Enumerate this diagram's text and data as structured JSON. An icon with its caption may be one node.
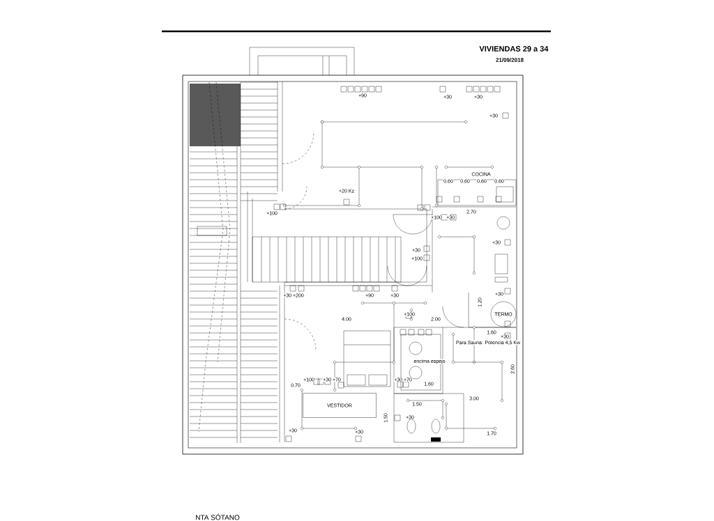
{
  "diagram": {
    "title": "VIVIENDAS 29 a 34",
    "nodes": [
      {
        "text": [
          "TERMO"
        ]
      },
      {
        "text": [
          "VESTIDOR"
        ]
      }
    ],
    "labels": [
      "21/09/2018",
      "+90",
      "+30",
      "+30",
      "+30",
      "COCINA",
      "0.60",
      "0.60",
      "0.60",
      "0.60",
      "+20 Kz",
      "+100",
      "+100",
      "+30",
      "2.70",
      "+30",
      "+30",
      "+100",
      "+30 +200",
      "+90",
      "+30",
      "+30",
      "1.20",
      "+100",
      "4.00",
      "2.00",
      "1.60",
      "+30",
      "Para Sauna: Potencia 4,5 Kw",
      "encima espejo",
      "2.60",
      "+100",
      "+30 +70",
      "+30 +70",
      "0.70",
      "1.60",
      "3.00",
      "1.50",
      "1.50",
      "+30",
      "+30",
      "+30",
      "1.70",
      "NTA SÓTANO"
    ]
  }
}
